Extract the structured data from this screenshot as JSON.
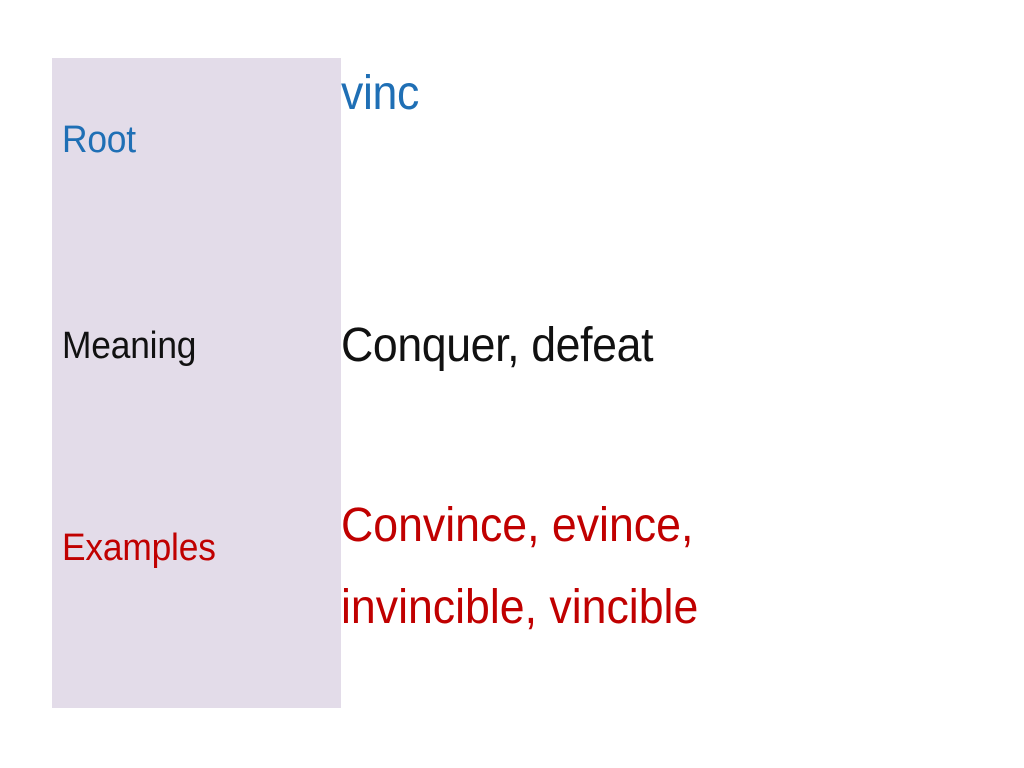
{
  "slide": {
    "background_color": "#ffffff",
    "label_panel_color": "#e3dce9"
  },
  "colors": {
    "blue": "#1f6fb5",
    "black": "#111111",
    "red": "#c00000",
    "lavender": "#e3dce9"
  },
  "rows": [
    {
      "label": "Root",
      "label_color": "#1f6fb5",
      "value": "vinc",
      "value_color": "#1f6fb5"
    },
    {
      "label": "Meaning",
      "label_color": "#111111",
      "value": "Conquer, defeat",
      "value_color": "#111111"
    },
    {
      "label": "Examples",
      "label_color": "#c00000",
      "value_lines": [
        "Convince, evince,",
        "invincible, vincible"
      ],
      "value_color": "#c00000"
    }
  ],
  "examples": {
    "line1": "Convince, evince,",
    "line2": "invincible, vincible"
  }
}
